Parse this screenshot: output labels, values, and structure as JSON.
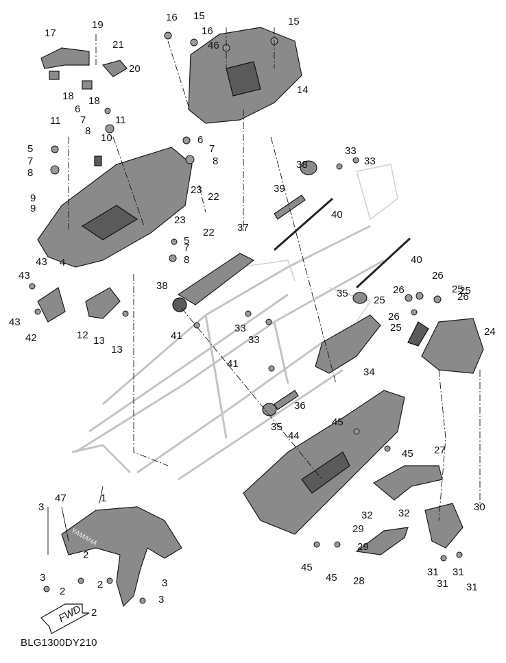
{
  "diagram_code": "BLG1300DY210",
  "fwd_label": "FWD",
  "brand_label": "YAMAHA",
  "callouts": [
    {
      "id": "c1",
      "text": "1"
    },
    {
      "id": "c2a",
      "text": "2"
    },
    {
      "id": "c2b",
      "text": "2"
    },
    {
      "id": "c2c",
      "text": "2"
    },
    {
      "id": "c2d",
      "text": "2"
    },
    {
      "id": "c3a",
      "text": "3"
    },
    {
      "id": "c3b",
      "text": "3"
    },
    {
      "id": "c3c",
      "text": "3"
    },
    {
      "id": "c3d",
      "text": "3"
    },
    {
      "id": "c4",
      "text": "4"
    },
    {
      "id": "c5a",
      "text": "5"
    },
    {
      "id": "c5b",
      "text": "5"
    },
    {
      "id": "c6a",
      "text": "6"
    },
    {
      "id": "c6b",
      "text": "6"
    },
    {
      "id": "c7a",
      "text": "7"
    },
    {
      "id": "c7b",
      "text": "7"
    },
    {
      "id": "c7c",
      "text": "7"
    },
    {
      "id": "c7d",
      "text": "7"
    },
    {
      "id": "c8a",
      "text": "8"
    },
    {
      "id": "c8b",
      "text": "8"
    },
    {
      "id": "c8c",
      "text": "8"
    },
    {
      "id": "c8d",
      "text": "8"
    },
    {
      "id": "c9a",
      "text": "9"
    },
    {
      "id": "c9b",
      "text": "9"
    },
    {
      "id": "c10",
      "text": "10"
    },
    {
      "id": "c11a",
      "text": "11"
    },
    {
      "id": "c11b",
      "text": "11"
    },
    {
      "id": "c12",
      "text": "12"
    },
    {
      "id": "c13a",
      "text": "13"
    },
    {
      "id": "c13b",
      "text": "13"
    },
    {
      "id": "c14",
      "text": "14"
    },
    {
      "id": "c15a",
      "text": "15"
    },
    {
      "id": "c15b",
      "text": "15"
    },
    {
      "id": "c16a",
      "text": "16"
    },
    {
      "id": "c16b",
      "text": "16"
    },
    {
      "id": "c17",
      "text": "17"
    },
    {
      "id": "c18a",
      "text": "18"
    },
    {
      "id": "c18b",
      "text": "18"
    },
    {
      "id": "c19",
      "text": "19"
    },
    {
      "id": "c20",
      "text": "20"
    },
    {
      "id": "c21",
      "text": "21"
    },
    {
      "id": "c22a",
      "text": "22"
    },
    {
      "id": "c22b",
      "text": "22"
    },
    {
      "id": "c23a",
      "text": "23"
    },
    {
      "id": "c23b",
      "text": "23"
    },
    {
      "id": "c24",
      "text": "24"
    },
    {
      "id": "c25a",
      "text": "25"
    },
    {
      "id": "c25b",
      "text": "25"
    },
    {
      "id": "c25c",
      "text": "25"
    },
    {
      "id": "c25d",
      "text": "25"
    },
    {
      "id": "c26a",
      "text": "26"
    },
    {
      "id": "c26b",
      "text": "26"
    },
    {
      "id": "c26c",
      "text": "26"
    },
    {
      "id": "c26d",
      "text": "26"
    },
    {
      "id": "c27",
      "text": "27"
    },
    {
      "id": "c28",
      "text": "28"
    },
    {
      "id": "c29a",
      "text": "29"
    },
    {
      "id": "c29b",
      "text": "29"
    },
    {
      "id": "c30",
      "text": "30"
    },
    {
      "id": "c31a",
      "text": "31"
    },
    {
      "id": "c31b",
      "text": "31"
    },
    {
      "id": "c31c",
      "text": "31"
    },
    {
      "id": "c31d",
      "text": "31"
    },
    {
      "id": "c32a",
      "text": "32"
    },
    {
      "id": "c32b",
      "text": "32"
    },
    {
      "id": "c33a",
      "text": "33"
    },
    {
      "id": "c33b",
      "text": "33"
    },
    {
      "id": "c33c",
      "text": "33"
    },
    {
      "id": "c33d",
      "text": "33"
    },
    {
      "id": "c34",
      "text": "34"
    },
    {
      "id": "c35a",
      "text": "35"
    },
    {
      "id": "c35b",
      "text": "35"
    },
    {
      "id": "c36",
      "text": "36"
    },
    {
      "id": "c37",
      "text": "37"
    },
    {
      "id": "c38a",
      "text": "38"
    },
    {
      "id": "c38b",
      "text": "38"
    },
    {
      "id": "c39",
      "text": "39"
    },
    {
      "id": "c40a",
      "text": "40"
    },
    {
      "id": "c40b",
      "text": "40"
    },
    {
      "id": "c41a",
      "text": "41"
    },
    {
      "id": "c41b",
      "text": "41"
    },
    {
      "id": "c42",
      "text": "42"
    },
    {
      "id": "c43a",
      "text": "43"
    },
    {
      "id": "c43b",
      "text": "43"
    },
    {
      "id": "c43c",
      "text": "43"
    },
    {
      "id": "c44",
      "text": "44"
    },
    {
      "id": "c45a",
      "text": "45"
    },
    {
      "id": "c45b",
      "text": "45"
    },
    {
      "id": "c45c",
      "text": "45"
    },
    {
      "id": "c45d",
      "text": "45"
    },
    {
      "id": "c46",
      "text": "46"
    },
    {
      "id": "c47",
      "text": "47"
    }
  ],
  "colors": {
    "part_fill": "#8a8a8a",
    "part_dark": "#5a5a5a",
    "ghost_frame": "#c4c4c4",
    "ink": "#111111"
  }
}
